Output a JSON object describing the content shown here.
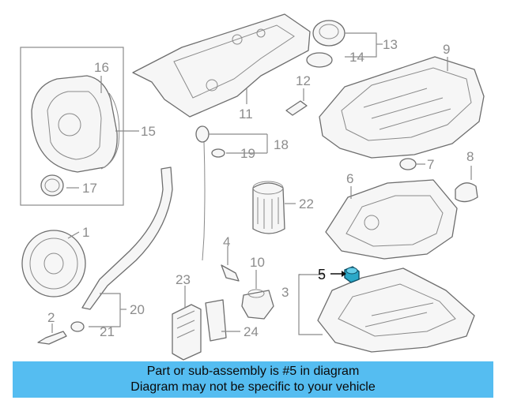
{
  "labels": {
    "p1": "1",
    "p2": "2",
    "p3": "3",
    "p4": "4",
    "p5": "5",
    "p6": "6",
    "p7": "7",
    "p8": "8",
    "p9": "9",
    "p10": "10",
    "p11": "11",
    "p12": "12",
    "p13": "13",
    "p14": "14",
    "p15": "15",
    "p16": "16",
    "p17": "17",
    "p18": "18",
    "p19": "19",
    "p20": "20",
    "p21": "21",
    "p22": "22",
    "p23": "23",
    "p24": "24"
  },
  "banner": {
    "line1": "Part or sub-assembly is #5 in diagram",
    "line2": "Diagram may not be specific to your vehicle"
  },
  "colors": {
    "banner": "#55bdf1",
    "highlight_part": "#2aa8c8",
    "line": "#8a8a8a"
  }
}
